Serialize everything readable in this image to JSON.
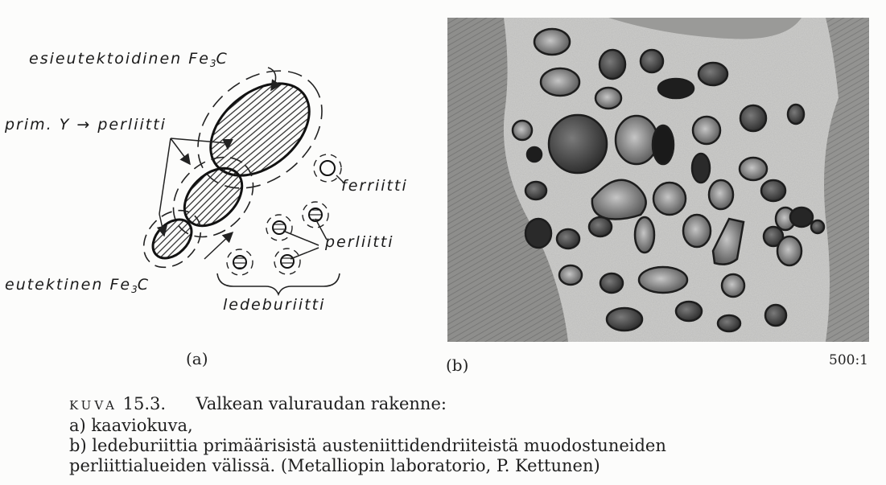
{
  "diagram": {
    "label_esieutektoidinen": "esieutektoidinen",
    "fe_base": "Fe",
    "fe_sub": "3",
    "fe_tail": "C",
    "label_prim": "prim. Y",
    "label_arrow": "→",
    "label_perliitti_top": "perliitti",
    "label_ferriitti": "ferriitti",
    "label_perliitti_right": "perliitti",
    "label_eutektinen": "eutektinen",
    "label_ledeburiitti": "ledeburiitti",
    "panel": "(a)"
  },
  "photo": {
    "panel": "(b)",
    "magnification": "500:1"
  },
  "caption": {
    "figure_word": "KUVA",
    "figure_number": "15.3.",
    "title": "Valkean valuraudan rakenne:",
    "line_a": "a) kaaviokuva,",
    "line_b1": "b) ledeburiittia primäärisistä austeniittidendriiteistä muodostuneiden",
    "line_b2": "perliittialueiden välissä. (Metalliopin laboratorio, P. Kettunen)"
  }
}
